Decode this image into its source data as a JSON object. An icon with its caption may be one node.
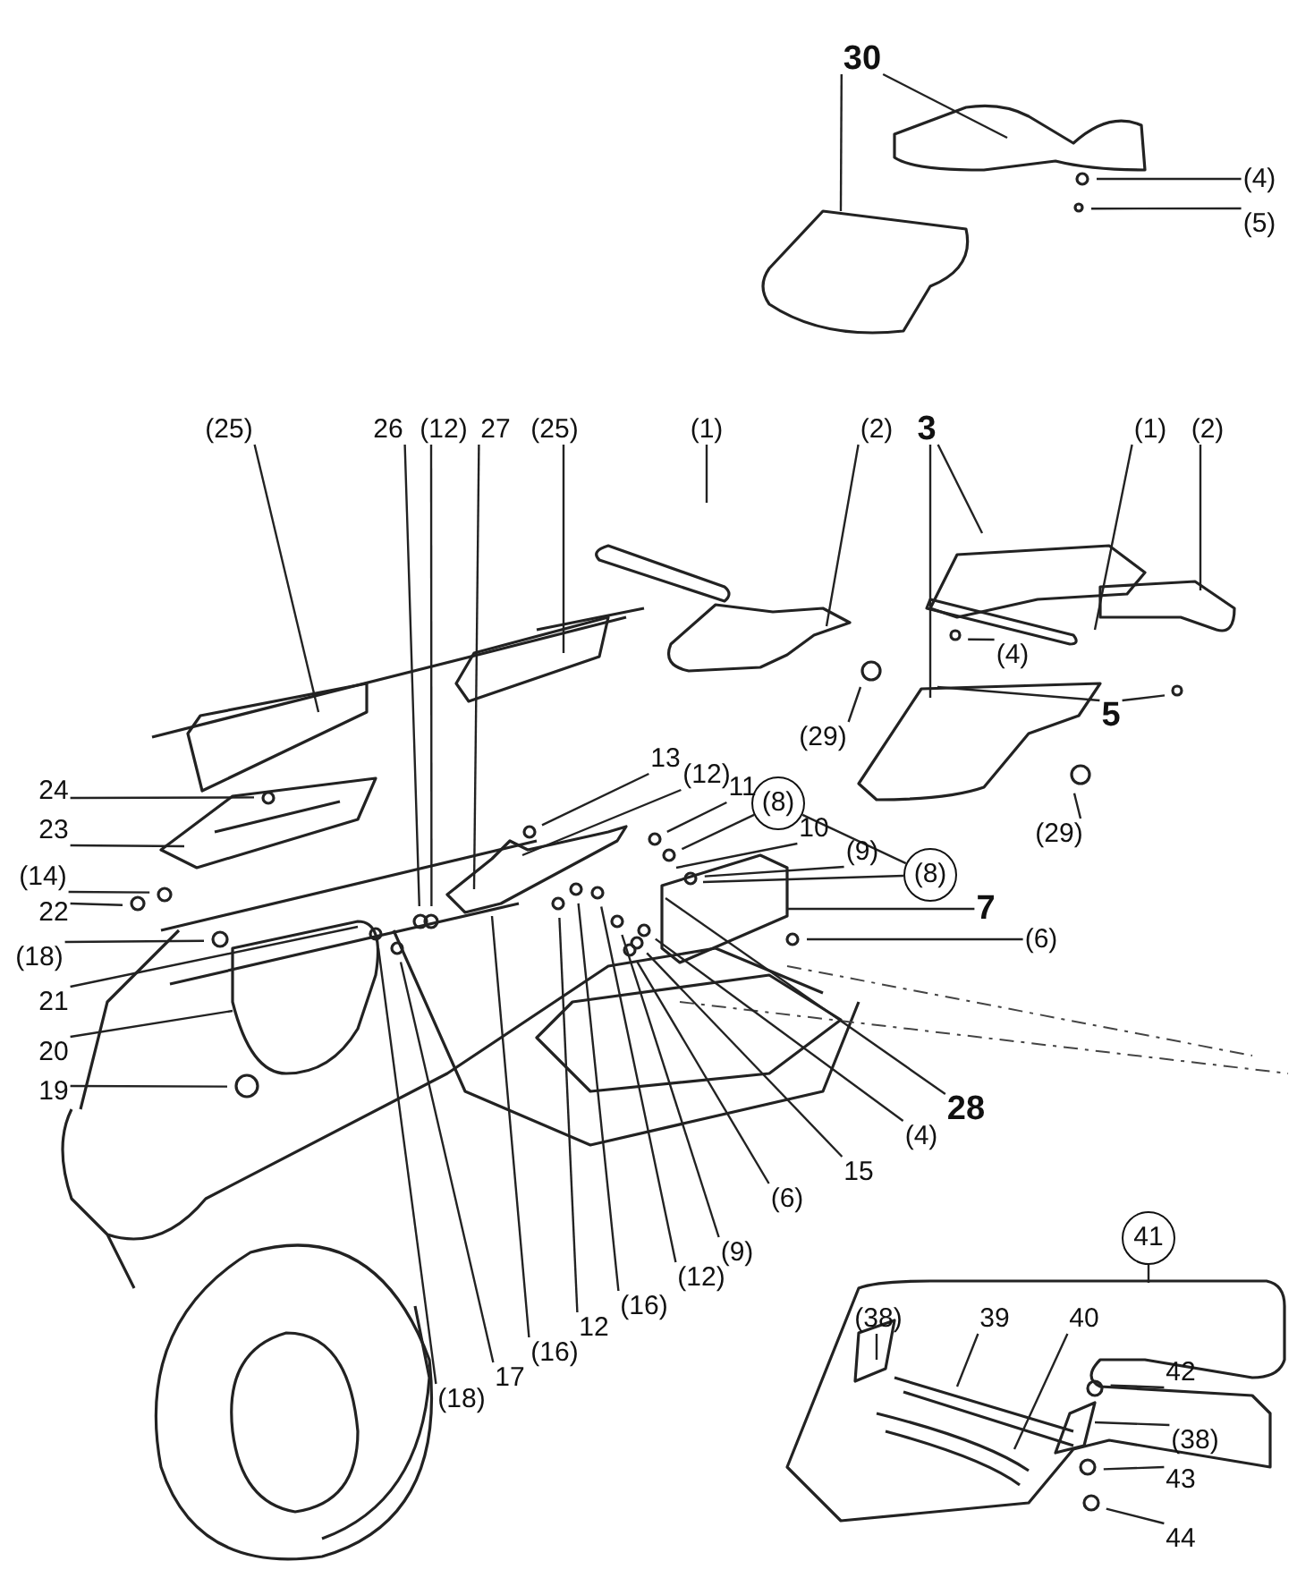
{
  "diagram": {
    "nodes": [
      {
        "text": [
          "30"
        ]
      },
      {
        "text": [
          "(4)"
        ]
      },
      {
        "text": [
          "(5)"
        ]
      },
      {
        "text": [
          "(25)"
        ]
      },
      {
        "text": [
          "26"
        ]
      },
      {
        "text": [
          "(12)"
        ]
      },
      {
        "text": [
          "27"
        ]
      },
      {
        "text": [
          "(25)"
        ]
      },
      {
        "text": [
          "(1)"
        ]
      },
      {
        "text": [
          "(2)"
        ]
      },
      {
        "text": [
          "3"
        ]
      },
      {
        "text": [
          "(1)"
        ]
      },
      {
        "text": [
          "(2)"
        ]
      },
      {
        "text": [
          "(4)"
        ]
      },
      {
        "text": [
          "5"
        ]
      },
      {
        "text": [
          "(29)"
        ]
      },
      {
        "text": [
          "(29)"
        ]
      },
      {
        "text": [
          "24"
        ]
      },
      {
        "text": [
          "23"
        ]
      },
      {
        "text": [
          "(14)"
        ]
      },
      {
        "text": [
          "22"
        ]
      },
      {
        "text": [
          "(18)"
        ]
      },
      {
        "text": [
          "21"
        ]
      },
      {
        "text": [
          "20"
        ]
      },
      {
        "text": [
          "19"
        ]
      },
      {
        "text": [
          "13"
        ]
      },
      {
        "text": [
          "(12)"
        ]
      },
      {
        "text": [
          "11"
        ]
      },
      {
        "text": [
          "(8)"
        ]
      },
      {
        "text": [
          "10"
        ]
      },
      {
        "text": [
          "(9)"
        ]
      },
      {
        "text": [
          "(8)"
        ]
      },
      {
        "text": [
          "7"
        ]
      },
      {
        "text": [
          "(6)"
        ]
      },
      {
        "text": [
          "28"
        ]
      },
      {
        "text": [
          "(4)"
        ]
      },
      {
        "text": [
          "15"
        ]
      },
      {
        "text": [
          "(6)"
        ]
      },
      {
        "text": [
          "(9)"
        ]
      },
      {
        "text": [
          "(12)"
        ]
      },
      {
        "text": [
          "(16)"
        ]
      },
      {
        "text": [
          "12"
        ]
      },
      {
        "text": [
          "(16)"
        ]
      },
      {
        "text": [
          "17"
        ]
      },
      {
        "text": [
          "(18)"
        ]
      },
      {
        "text": [
          "41"
        ]
      },
      {
        "text": [
          "(38)"
        ]
      },
      {
        "text": [
          "39"
        ]
      },
      {
        "text": [
          "40"
        ]
      },
      {
        "text": [
          "42"
        ]
      },
      {
        "text": [
          "(38)"
        ]
      },
      {
        "text": [
          "43"
        ]
      },
      {
        "text": [
          "44"
        ]
      }
    ],
    "edges": [
      {
        "from": 0,
        "to": null,
        "arrow": "none"
      },
      {
        "from": 0,
        "to": null,
        "arrow": "none"
      },
      {
        "from": 1,
        "to": null,
        "arrow": "none"
      },
      {
        "from": 2,
        "to": null,
        "arrow": "none"
      },
      {
        "from": 3,
        "to": null,
        "arrow": "none"
      },
      {
        "from": 4,
        "to": null,
        "arrow": "none"
      },
      {
        "from": 5,
        "to": null,
        "arrow": "none"
      },
      {
        "from": 6,
        "to": null,
        "arrow": "none"
      },
      {
        "from": 7,
        "to": null,
        "arrow": "none"
      },
      {
        "from": 8,
        "to": null,
        "arrow": "none"
      },
      {
        "from": 9,
        "to": null,
        "arrow": "none"
      },
      {
        "from": 10,
        "to": null,
        "arrow": "none"
      },
      {
        "from": 10,
        "to": null,
        "arrow": "none"
      },
      {
        "from": 11,
        "to": null,
        "arrow": "none"
      },
      {
        "from": 12,
        "to": null,
        "arrow": "none"
      },
      {
        "from": 13,
        "to": null,
        "arrow": "none"
      },
      {
        "from": 14,
        "to": null,
        "arrow": "none"
      },
      {
        "from": 14,
        "to": null,
        "arrow": "none"
      },
      {
        "from": 15,
        "to": null,
        "arrow": "none"
      },
      {
        "from": 16,
        "to": null,
        "arrow": "none"
      },
      {
        "from": 17,
        "to": null,
        "arrow": "none"
      },
      {
        "from": 18,
        "to": null,
        "arrow": "none"
      },
      {
        "from": 19,
        "to": null,
        "arrow": "none"
      },
      {
        "from": 20,
        "to": null,
        "arrow": "none"
      },
      {
        "from": 21,
        "to": null,
        "arrow": "none"
      },
      {
        "from": 22,
        "to": null,
        "arrow": "none"
      },
      {
        "from": 23,
        "to": null,
        "arrow": "none"
      },
      {
        "from": 24,
        "to": null,
        "arrow": "none"
      },
      {
        "from": 25,
        "to": null,
        "arrow": "none"
      },
      {
        "from": 26,
        "to": null,
        "arrow": "none"
      },
      {
        "from": 27,
        "to": null,
        "arrow": "none"
      },
      {
        "from": 28,
        "to": null,
        "arrow": "none"
      },
      {
        "from": 28,
        "to": 31,
        "arrow": "none"
      },
      {
        "from": 29,
        "to": null,
        "arrow": "none"
      },
      {
        "from": 30,
        "to": null,
        "arrow": "none"
      },
      {
        "from": 31,
        "to": null,
        "arrow": "none"
      },
      {
        "from": 32,
        "to": null,
        "arrow": "none"
      },
      {
        "from": 33,
        "to": null,
        "arrow": "none"
      },
      {
        "from": 34,
        "to": null,
        "arrow": "none"
      },
      {
        "from": 35,
        "to": null,
        "arrow": "none"
      },
      {
        "from": 36,
        "to": null,
        "arrow": "none"
      },
      {
        "from": 37,
        "to": null,
        "arrow": "none"
      },
      {
        "from": 38,
        "to": null,
        "arrow": "none"
      },
      {
        "from": 39,
        "to": null,
        "arrow": "none"
      },
      {
        "from": 40,
        "to": null,
        "arrow": "none"
      },
      {
        "from": 41,
        "to": null,
        "arrow": "none"
      },
      {
        "from": 42,
        "to": null,
        "arrow": "none"
      },
      {
        "from": 43,
        "to": null,
        "arrow": "none"
      },
      {
        "from": 44,
        "to": null,
        "arrow": "none"
      },
      {
        "from": 45,
        "to": null,
        "arrow": "none"
      },
      {
        "from": 46,
        "to": null,
        "arrow": "none"
      },
      {
        "from": 47,
        "to": null,
        "arrow": "none"
      },
      {
        "from": 48,
        "to": null,
        "arrow": "none"
      },
      {
        "from": 49,
        "to": null,
        "arrow": "none"
      },
      {
        "from": 50,
        "to": null,
        "arrow": "none"
      },
      {
        "from": 51,
        "to": null,
        "arrow": "none"
      },
      {
        "from": 52,
        "to": null,
        "arrow": "none"
      }
    ]
  }
}
